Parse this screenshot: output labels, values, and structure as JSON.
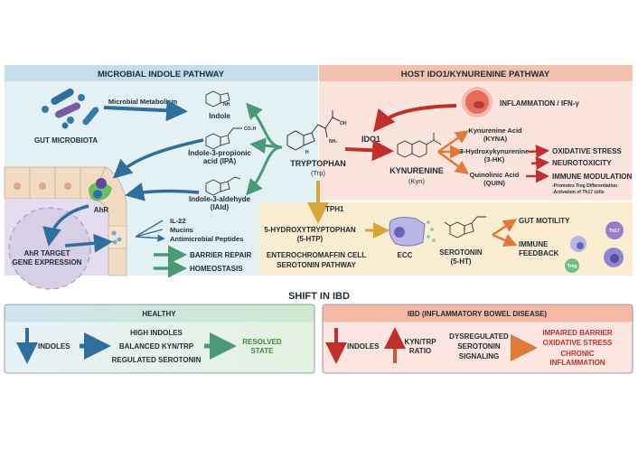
{
  "microbial": {
    "title": "MICROBIAL INDOLE PATHWAY",
    "gut_microbiota": "GUT MICROBIOTA",
    "microbial_metabolism": "Microbial Metabolism",
    "indole": "Indole",
    "ipa_1": "Indole-3-propionic",
    "ipa_2": "acid (IPA)",
    "iald_1": "Indole-3-aldehyde",
    "iald_2": "(IAld)",
    "ahr": "AhR",
    "ahr_target_1": "AhR TARGET",
    "ahr_target_2": "GENE EXPRESSION",
    "outputs": [
      "IL-22",
      "Mucins",
      "Antimicrobial Peptides"
    ],
    "barrier_repair": "BARRIER REPAIR",
    "homeostasis": "HOMEOSTASIS",
    "chem_labels": {
      "nh": "NH",
      "co2h": "CO₂H"
    }
  },
  "tryptophan": {
    "name": "TRYPTOPHAN",
    "abbr": "(Trp)",
    "nh2": "NH₂",
    "oh": "OH",
    "h": "H"
  },
  "host": {
    "title": "HOST IDO1/KYNURENINE PATHWAY",
    "inflammation": "INFLAMMATION / IFN-γ",
    "ido1": "IDO1",
    "kynurenine": "KYNURENINE",
    "kyn_abbr": "(Kyn)",
    "metabolites": [
      {
        "name": "Kynurenine Acid",
        "abbr": "(KYNA)"
      },
      {
        "name": "3-Hydroxykynurenine",
        "abbr": "(3-HK)"
      },
      {
        "name": "Quinolinic Acid",
        "abbr": "(QUIN)"
      }
    ],
    "effects": [
      "OXIDATIVE STRESS",
      "NEUROTOXICITY",
      "IMMUNE MODULATION"
    ],
    "notes": [
      "-Promotes Treg Differentiation",
      "-Activation of Th17 cells"
    ]
  },
  "serotonin_pathway": {
    "tph1": "TPH1",
    "htp_1": "5-HYDROXYTRYPTOPHAN",
    "htp_2": "(5-HTP)",
    "title_1": "ENTEROCHROMAFFIN CELL",
    "title_2": "SEROTONIN PATHWAY",
    "ecc": "ECC",
    "serotonin": "SEROTONIN",
    "serotonin_abbr": "(5-HT)",
    "gut_motility": "GUT MOTILITY",
    "immune_feedback_1": "IMMUNE",
    "immune_feedback_2": "FEEDBACK",
    "cell_labels": {
      "th17": "Th17",
      "treg": "Treg"
    }
  },
  "shift": {
    "title": "SHIFT IN IBD",
    "healthy": {
      "title": "HEALTHY",
      "indoles": "INDOLES",
      "middle": [
        "HIGH INDOLES",
        "BALANCED KYN/TRP",
        "REGULATED SEROTONIN"
      ],
      "result_1": "RESOLVED",
      "result_2": "STATE"
    },
    "ibd": {
      "title": "IBD (INFLAMMATORY BOWEL DISEASE)",
      "indoles": "INDOLES",
      "ratio_1": "KYN/TRP",
      "ratio_2": "RATIO",
      "dys_1": "DYSREGULATED",
      "dys_2": "SEROTONIN",
      "dys_3": "SIGNALING",
      "outcomes": [
        "IMPAIRED BARRIER",
        "OXIDATIVE STRESS",
        "CHRONIC",
        "INFLAMMATION"
      ]
    }
  },
  "colors": {
    "blue_arrow": "#2f6f9e",
    "green_arrow": "#4a9a78",
    "red_arrow": "#c0302a",
    "orange_arrow": "#e07a3a",
    "gold_arrow": "#d6a63a",
    "ibd_red": "#c0302a",
    "resolved_green": "#3f8a3a"
  }
}
